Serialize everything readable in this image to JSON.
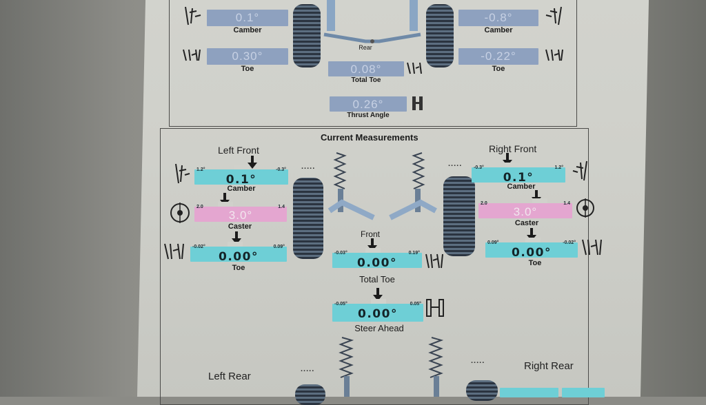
{
  "colors": {
    "top_bar": "#8ea1bf",
    "cyan_bar": "#6ecfd6",
    "pink_bar": "#e4a6d0"
  },
  "top_panel": {
    "left_camber": {
      "value": "0.1°",
      "label": "Camber"
    },
    "right_camber": {
      "value": "-0.8°",
      "label": "Camber"
    },
    "left_toe": {
      "value": "0.30°",
      "label": "Toe"
    },
    "right_toe": {
      "value": "-0.22°",
      "label": "Toe"
    },
    "axle_label": "Rear",
    "total_toe": {
      "value": "0.08°",
      "label": "Total Toe"
    },
    "thrust_angle": {
      "value": "0.26°",
      "label": "Thrust Angle"
    }
  },
  "current": {
    "heading": "Current Measurements",
    "left_front": {
      "title": "Left Front",
      "camber": {
        "min": "1.2°",
        "max": "-0.3°",
        "value": "0.1°",
        "label": "Camber"
      },
      "caster": {
        "min": "2.0",
        "max": "1.4",
        "value": "3.0°",
        "label": "Caster"
      },
      "toe": {
        "min": "-0.02°",
        "max": "0.09°",
        "value": "0.00°",
        "label": "Toe"
      }
    },
    "right_front": {
      "title": "Right Front",
      "camber": {
        "min": "-0.3°",
        "max": "1.2°",
        "value": "0.1°",
        "label": "Camber"
      },
      "caster": {
        "min": "2.0",
        "max": "1.4",
        "value": "3.0°",
        "label": "Caster"
      },
      "toe": {
        "min": "0.09°",
        "max": "-0.02°",
        "value": "0.00°",
        "label": "Toe"
      }
    },
    "axle_label": "Front",
    "total_toe": {
      "min": "-0.03°",
      "max": "0.19°",
      "value": "0.00°",
      "label": "Total Toe"
    },
    "steer_ahead": {
      "min": "-0.05°",
      "max": "0.05°",
      "value": "0.00°",
      "label": "Steer Ahead"
    },
    "left_rear_title": "Left Rear",
    "right_rear_title": "Right Rear",
    "dots": "....."
  },
  "icons": [
    "camber-gauge-icon",
    "toe-gauge-icon",
    "caster-wheel-icon",
    "thrust-axle-icon",
    "steer-ahead-icon",
    "wheel-hub-icon",
    "coil-spring-strut-icon"
  ]
}
